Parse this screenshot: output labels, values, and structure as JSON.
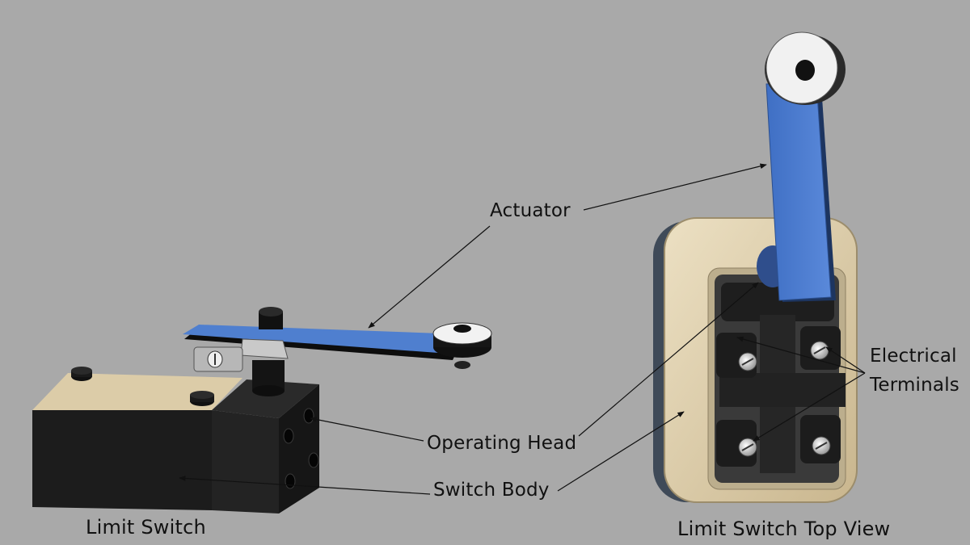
{
  "labels": {
    "actuator": "Actuator",
    "operating_head": "Operating Head",
    "switch_body": "Switch Body",
    "electrical_terminals_line1": "Electrical",
    "electrical_terminals_line2": "Terminals"
  },
  "captions": {
    "left": "Limit Switch",
    "right": "Limit Switch Top View"
  },
  "colors": {
    "background": "#a9a9a9",
    "actuator_blue": "#4f7fcf",
    "body_black": "#1b1b1b",
    "housing_beige": "#d8c9a6",
    "label_text": "#111111"
  }
}
